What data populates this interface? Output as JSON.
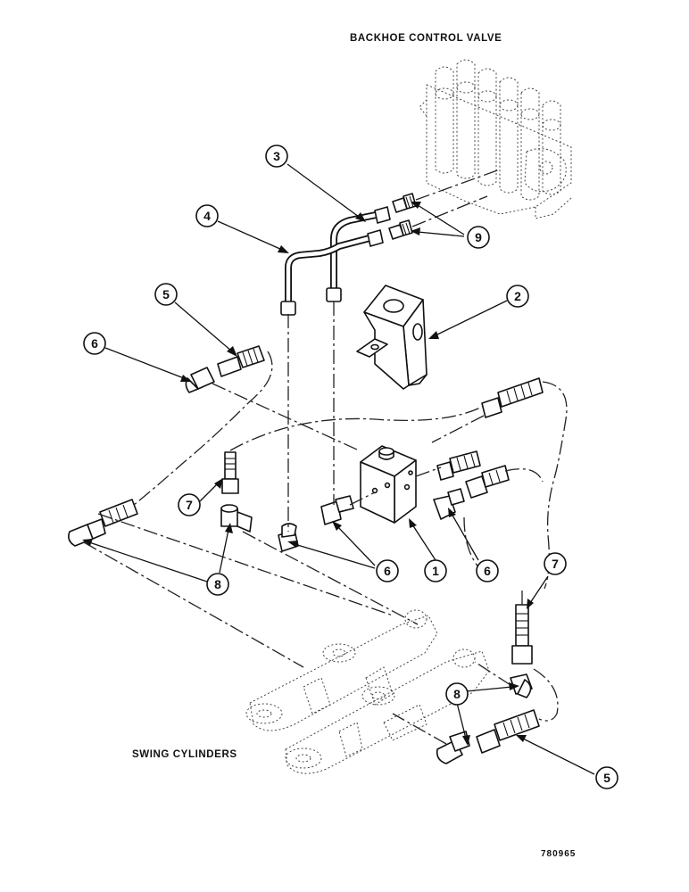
{
  "labels": {
    "top": "BACKHOE CONTROL VALVE",
    "bottom": "SWING CYLINDERS",
    "code": "780965"
  },
  "callouts": [
    "1",
    "2",
    "3",
    "4",
    "5",
    "6",
    "7",
    "8",
    "9"
  ]
}
